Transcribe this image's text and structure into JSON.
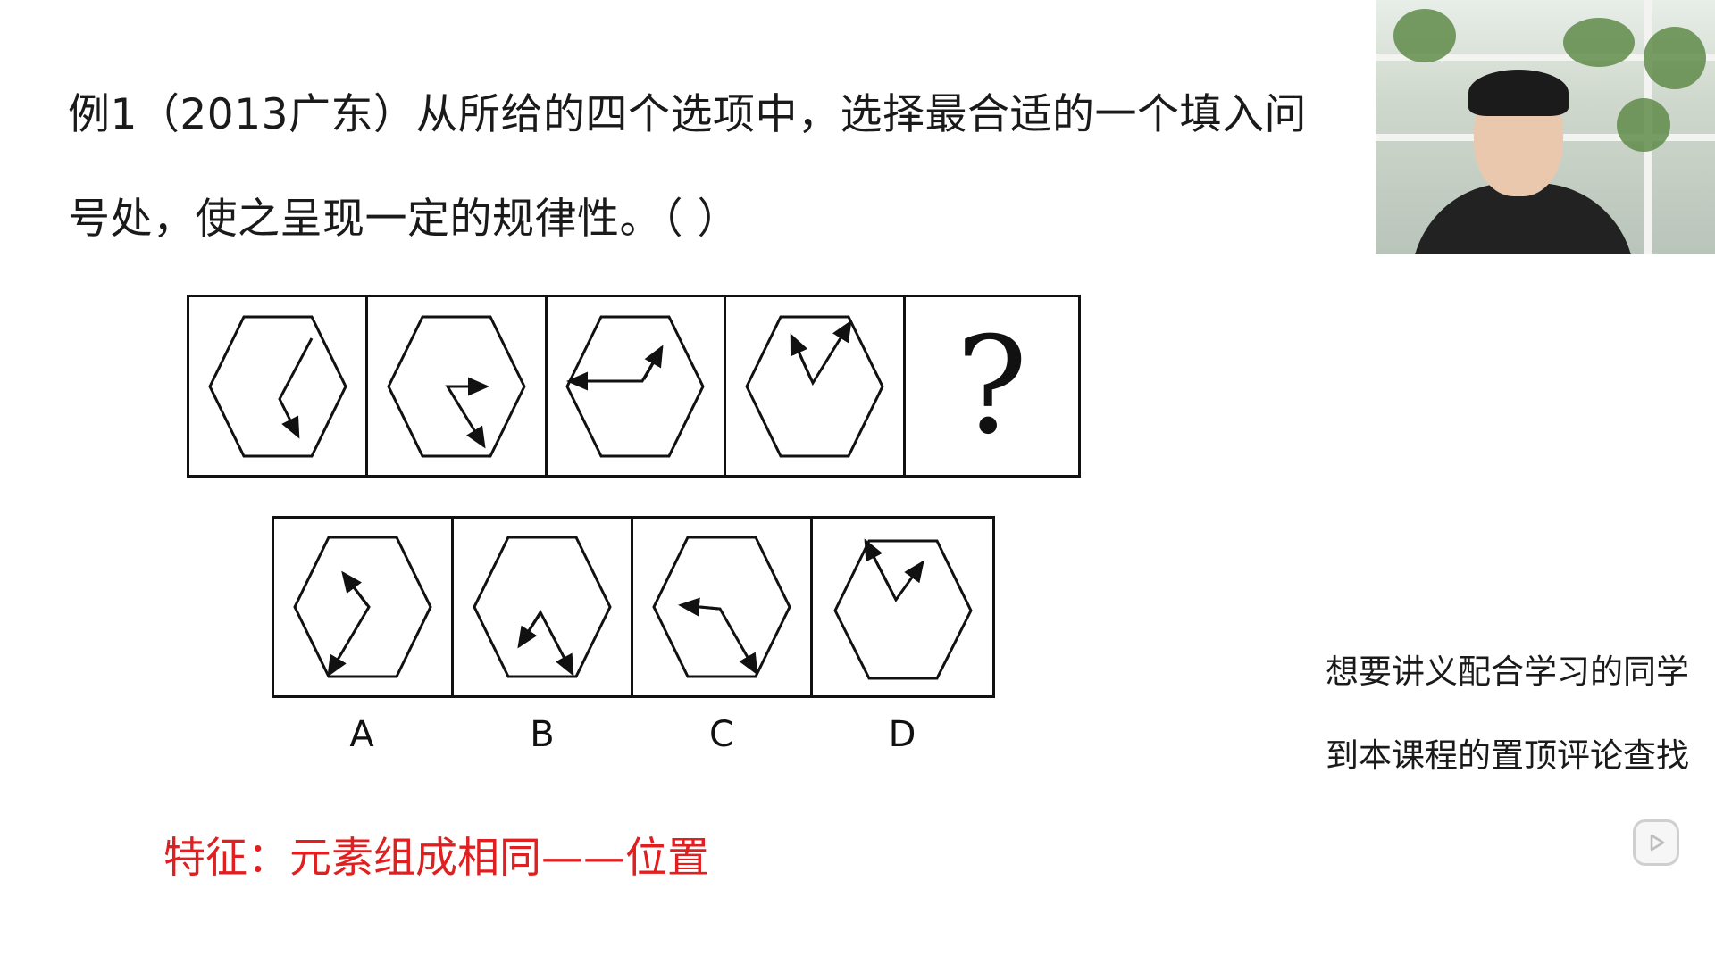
{
  "question": {
    "line1": "例1（2013广东）从所给的四个选项中，选择最合适的一个填入问",
    "line2": "号处，使之呈现一定的规律性。（ ）"
  },
  "sequence": {
    "question_mark": "?"
  },
  "options": {
    "labels": [
      "A",
      "B",
      "C",
      "D"
    ]
  },
  "feature_text": "特征：元素组成相同——位置",
  "side_note": {
    "line1": "想要讲义配合学习的同学",
    "line2": "到本课程的置顶评论查找"
  },
  "icons": {
    "play": "play-icon"
  },
  "colors": {
    "feature_red": "#e02020",
    "text": "#1a1a1a"
  }
}
